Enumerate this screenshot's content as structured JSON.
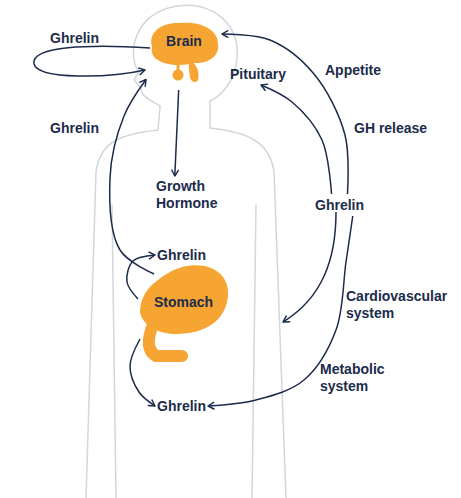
{
  "diagram": {
    "nodes": [
      {
        "text": [
          "Brain"
        ]
      },
      {
        "text": [
          "Pituitary"
        ]
      },
      {
        "text": [
          "Growth Hormone"
        ]
      },
      {
        "text": [
          "Ghrelin"
        ]
      },
      {
        "text": [
          "Ghrelin"
        ]
      },
      {
        "text": [
          "Stomach"
        ]
      },
      {
        "text": [
          "Ghrelin"
        ]
      }
    ],
    "edges": [
      {
        "from": 0,
        "to": 2,
        "arrow": "to"
      },
      {
        "from": 5,
        "to": 0,
        "label": "Ghrelin",
        "arrow": "to"
      },
      {
        "from": 3,
        "to": 0,
        "label": "Appetite",
        "arrow": "to"
      },
      {
        "from": 3,
        "to": 1,
        "label": "GH release",
        "arrow": "to"
      },
      {
        "from": 5,
        "to": 4,
        "arrow": "to"
      },
      {
        "from": 5,
        "to": 6,
        "arrow": "to"
      },
      {
        "from": 3,
        "to": 6,
        "label": "Metabolic system",
        "arrow": "to"
      }
    ],
    "labels": [
      "Ghrelin",
      "Cardiovascular system"
    ]
  }
}
